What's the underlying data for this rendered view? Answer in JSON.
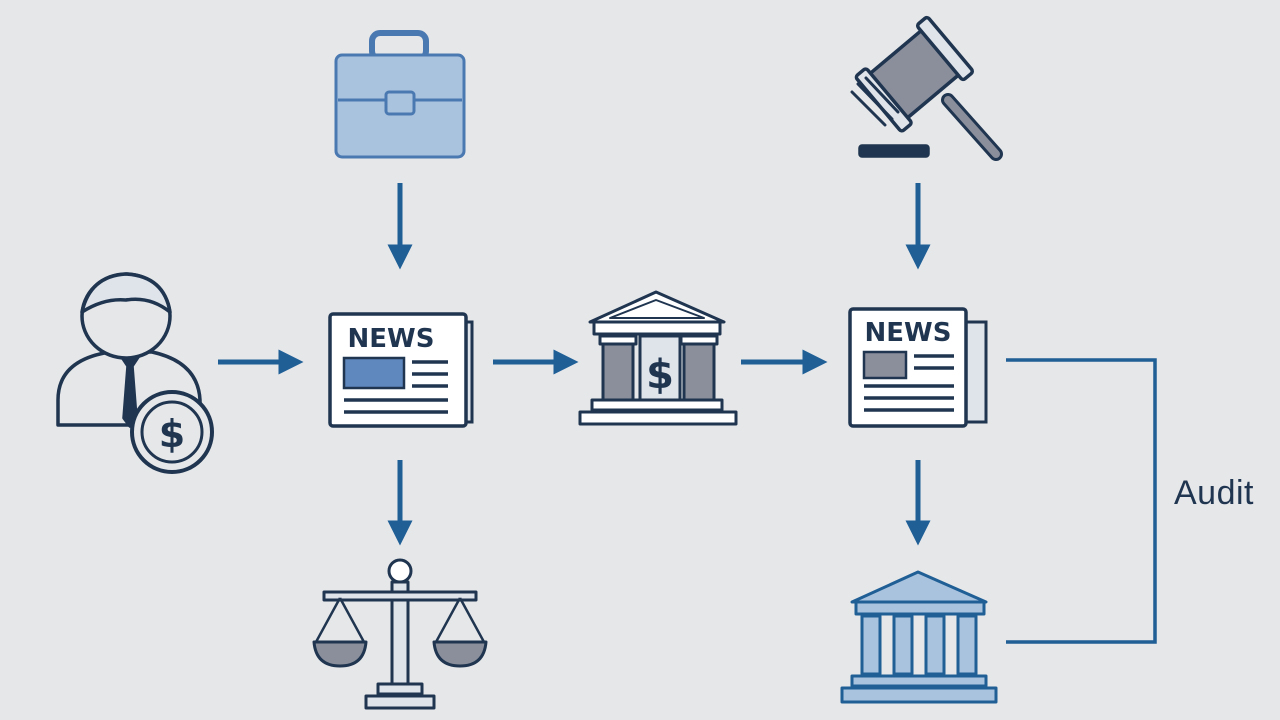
{
  "colors": {
    "background": "#e6e7e9",
    "arrow_blue": "#1f5f96",
    "outline_navy": "#1f3550",
    "light_blue_fill": "#a9c3df",
    "mid_blue_fill": "#5f88bf",
    "gray_fill": "#8b8f9c",
    "paper_white": "#ffffff"
  },
  "nodes": {
    "news_left": {
      "masthead": "NEWS",
      "icon": "newspaper-icon"
    },
    "news_right": {
      "masthead": "NEWS",
      "icon": "newspaper-icon"
    },
    "briefcase": {
      "icon": "briefcase-icon"
    },
    "gavel": {
      "icon": "gavel-icon"
    },
    "investor": {
      "icon": "person-with-coin-icon"
    },
    "central_bank": {
      "icon": "bank-with-dollar-icon"
    },
    "scales": {
      "icon": "scales-of-justice-icon"
    },
    "institution": {
      "icon": "government-building-icon"
    }
  },
  "edges": [
    {
      "from": "investor",
      "to": "news_left"
    },
    {
      "from": "briefcase",
      "to": "news_left"
    },
    {
      "from": "news_left",
      "to": "central_bank"
    },
    {
      "from": "news_left",
      "to": "scales"
    },
    {
      "from": "central_bank",
      "to": "news_right"
    },
    {
      "from": "gavel",
      "to": "news_right"
    },
    {
      "from": "news_right",
      "to": "institution"
    },
    {
      "from": "news_right",
      "to": "institution",
      "label": "Audit"
    }
  ],
  "audit_label": "Audit"
}
